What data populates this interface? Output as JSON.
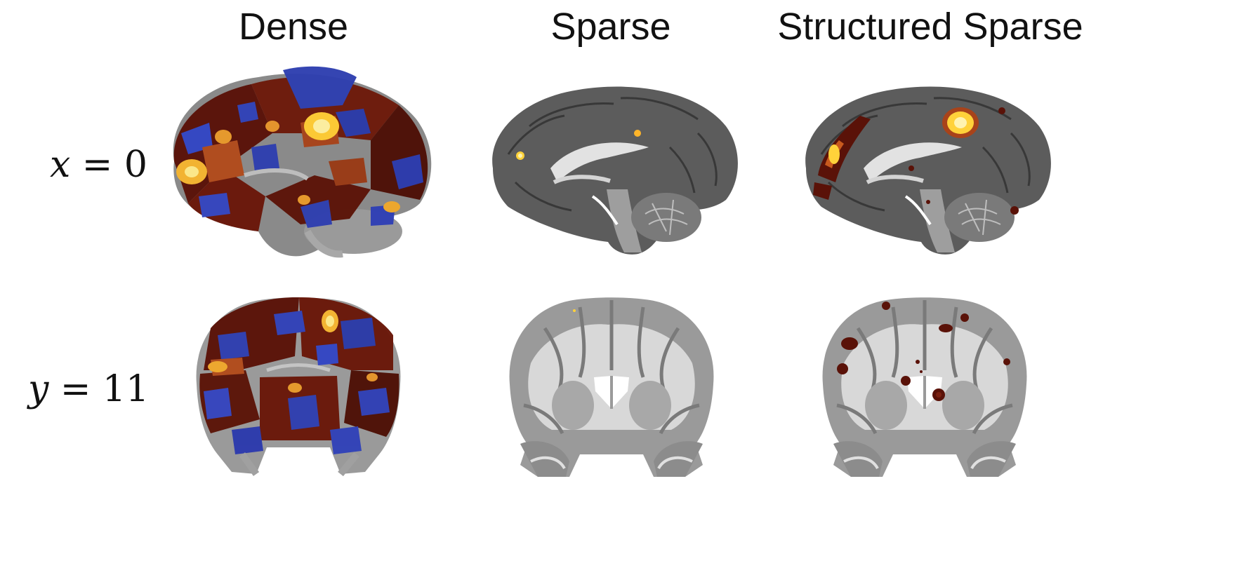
{
  "columns": [
    {
      "title": "Dense"
    },
    {
      "title": "Sparse"
    },
    {
      "title": "Structured Sparse"
    }
  ],
  "rows": [
    {
      "var": "x",
      "eq": "=",
      "value": "0",
      "view": "sagittal"
    },
    {
      "var": "y",
      "eq": "=",
      "value": "11",
      "view": "coronal"
    }
  ],
  "colors": {
    "hot_dark": "#5a1208",
    "hot_mid": "#a8431a",
    "hot_bright": "#ffd23a",
    "cold": "#2f3fb0",
    "brain_gray": "#8c8c8c",
    "white_matter": "#d8d8d8"
  }
}
